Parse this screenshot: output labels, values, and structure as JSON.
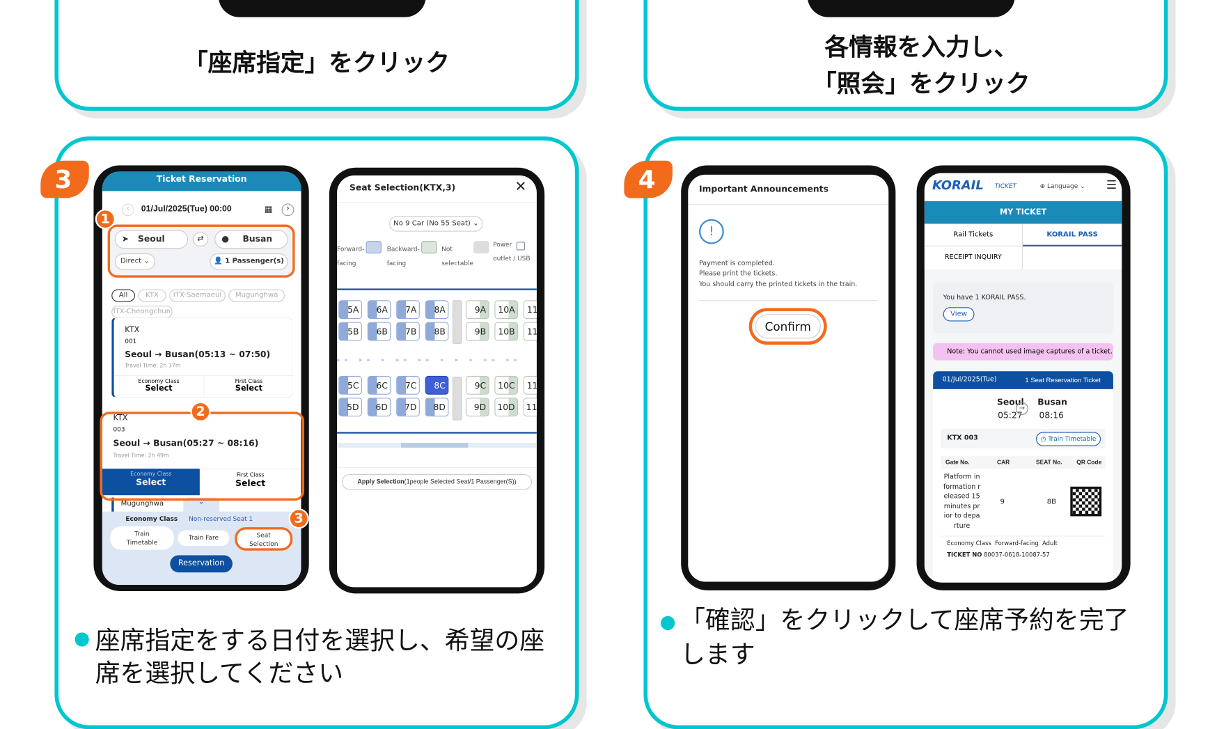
{
  "colors": {
    "accent": "#00c6d0",
    "highlight": "#f26b1d",
    "korail_blue": "#0d4fa0",
    "header_teal": "#1a8ab8"
  },
  "step_top_left": {
    "caption": "「座席指定」をクリック"
  },
  "step_top_right": {
    "caption_line1": "各情報を入力し、",
    "caption_line2": "「照会」をクリック"
  },
  "step3": {
    "badge": "3",
    "description_line1": "座席指定をする日付を選択し、希望の座",
    "description_line2": "席を選択してください",
    "reservation_screen": {
      "title": "Ticket Reservation",
      "date": "01/Jul/2025(Tue) 00:00",
      "from": "Seoul",
      "to": "Busan",
      "route_type": "Direct",
      "passengers": "1 Passenger(s)",
      "filters": [
        "All",
        "KTX",
        "ITX-Saemaeul",
        "Mugunghwa",
        "ITX-Cheongchun"
      ],
      "markers": [
        "1",
        "2",
        "3"
      ],
      "trains": [
        {
          "type": "KTX",
          "no": "001",
          "route": "Seoul → Busan(05:13 ~ 07:50)",
          "travel": "Travel Time: 2h 37m",
          "class1": "Economy Class",
          "class2": "First Class",
          "select": "Select"
        },
        {
          "type": "KTX",
          "no": "003",
          "route": "Seoul → Busan(05:27 ~ 08:16)",
          "travel": "Travel Time: 2h 49m",
          "class1": "Economy Class",
          "class2": "First Class",
          "select": "Select"
        }
      ],
      "next_train": "Mugunghwa",
      "sheet_class": "Economy Class",
      "sheet_seat": "Non-reserved Seat 1",
      "btn_timetable": "Train Timetable",
      "btn_fare": "Train Fare",
      "btn_seat": "Seat Selection",
      "btn_reservation": "Reservation"
    },
    "seat_screen": {
      "title": "Seat Selection(KTX,3)",
      "car_select": "No 9 Car (No 55 Seat)",
      "legend": [
        "Forward-facing",
        "Backward-facing",
        "Not selectable",
        "Power outlet / USB"
      ],
      "forward_cols": [
        "5",
        "6",
        "7",
        "8"
      ],
      "backward_cols": [
        "9",
        "10",
        "11"
      ],
      "rows_top": [
        "A",
        "B"
      ],
      "rows_bottom": [
        "C",
        "D"
      ],
      "selected_seat": "8C",
      "apply_bold": "Apply Selection",
      "apply_rest": "(1people Selected Seat/1 Passenger(S))"
    }
  },
  "step4": {
    "badge": "4",
    "description_line1": "「確認」をクリックして座席予約を完了",
    "description_line2": "します",
    "announce_screen": {
      "title": "Important Announcements",
      "lines": [
        "Payment is completed.",
        "Please print the tickets.",
        "You should carry the printed tickets in the train."
      ],
      "confirm": "Confirm"
    },
    "ticket_screen": {
      "logo": "KORAIL",
      "logo_sub": "TICKET",
      "language": "Language",
      "band": "MY TICKET",
      "tabs": [
        "Rail Tickets",
        "KORAIL PASS",
        "RECEIPT INQUIRY"
      ],
      "pass_text": "You have 1 KORAIL PASS.",
      "view": "View",
      "note": "Note: You cannot used image captures of a ticket.",
      "ticket_date": "01/Jul/2025(Tue)",
      "ticket_type": "1 Seat Reservation Ticket",
      "from": "Seoul",
      "dep": "05:27",
      "to": "Busan",
      "arr": "08:16",
      "train": "KTX 003",
      "timetable": "Train Timetable",
      "headers": [
        "Gate No.",
        "CAR",
        "SEAT No.",
        "QR Code"
      ],
      "gate_lines": [
        "Platform in",
        "formation r",
        "eleased 15",
        "minutes pr",
        "ior to depa",
        "rture"
      ],
      "car": "9",
      "seat": "8B",
      "detail": "Economy Class  Forward-facing  Adult",
      "ticket_no_label": "TICKET NO",
      "ticket_no": "80037-0618-10087-57"
    }
  }
}
